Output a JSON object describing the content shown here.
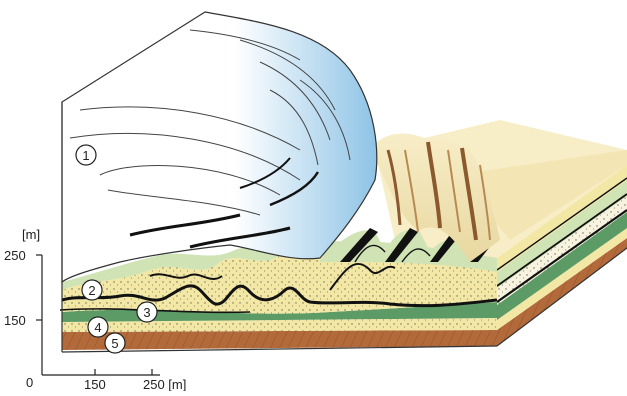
{
  "diagram": {
    "layer_markers": [
      "1",
      "2",
      "3",
      "4",
      "5"
    ],
    "axes": {
      "y_unit": "[m]",
      "y_ticks": [
        "250",
        "150",
        "0"
      ],
      "x_ticks": [
        "150",
        "250 [m]"
      ]
    },
    "colors": {
      "glacier_blue": "#8ec3e6",
      "sand_yellow": "#f3e7a6",
      "green_layer": "#5c9b66",
      "light_green": "#cfe3b5",
      "brown_base": "#b36a3a",
      "topsoil_beige": "#f7edc7"
    }
  }
}
